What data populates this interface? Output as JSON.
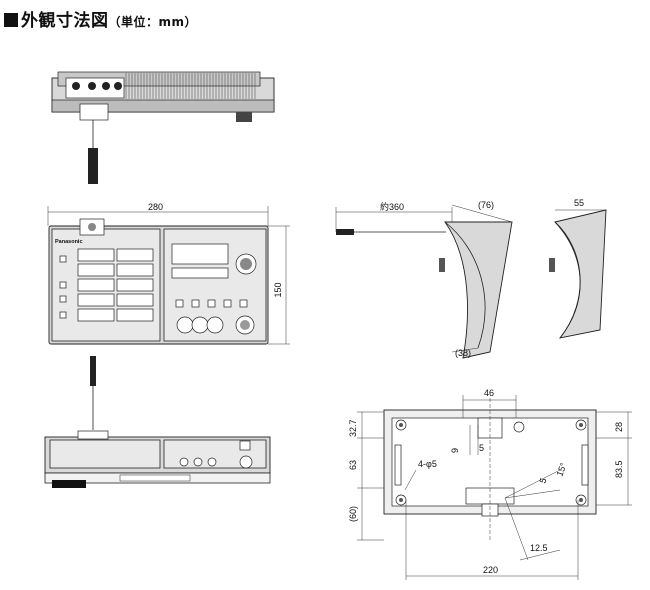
{
  "title": {
    "main": "外観寸法図",
    "unit": "（単位：mm）"
  },
  "front": {
    "brand": "Panasonic",
    "width": "280",
    "height": "150"
  },
  "side": {
    "cable_length": "約360",
    "reach": "(76)",
    "arm": "(38)",
    "depth": "55"
  },
  "bottom": {
    "top_gap": "46",
    "slot": "5",
    "hole_pitch": "9",
    "left_upper": "32.7",
    "left_mid": "63",
    "left_lower": "(60)",
    "holes": "4-φ5",
    "right_top": "28",
    "right_total": "83.5",
    "angle_a": "5",
    "angle_b": "15°",
    "screw": "12.5",
    "base_width": "220"
  }
}
